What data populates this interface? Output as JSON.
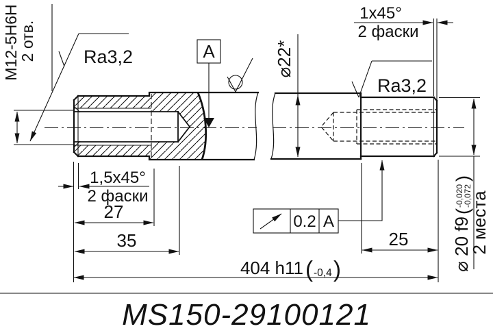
{
  "title": "MS150-29100121",
  "labels": {
    "thread_callout_line1": "M12-5H6H",
    "thread_callout_line2": "2 отв.",
    "roughness_left": "Ra3,2",
    "roughness_right": "Ra3,2",
    "datum": "A",
    "dia_mid": "⌀22*",
    "chamfer_left_line1": "1,5x45°",
    "chamfer_left_line2": "2 фаски",
    "chamfer_right_line1": "1x45°",
    "chamfer_right_line2": "2 фаски",
    "dim_27": "27",
    "dim_35": "35",
    "dim_25": "25",
    "dim_404": "404 h11",
    "dim_404_tol": "-0,4",
    "paren_open": "(",
    "paren_close": ")",
    "runout_value": "0.2",
    "runout_datum": "A",
    "dia_right": "⌀ 20 f9",
    "dia_right_tol_hi": "-0,020",
    "dia_right_tol_lo": "-0,072",
    "dia_right_note": "2 места"
  }
}
